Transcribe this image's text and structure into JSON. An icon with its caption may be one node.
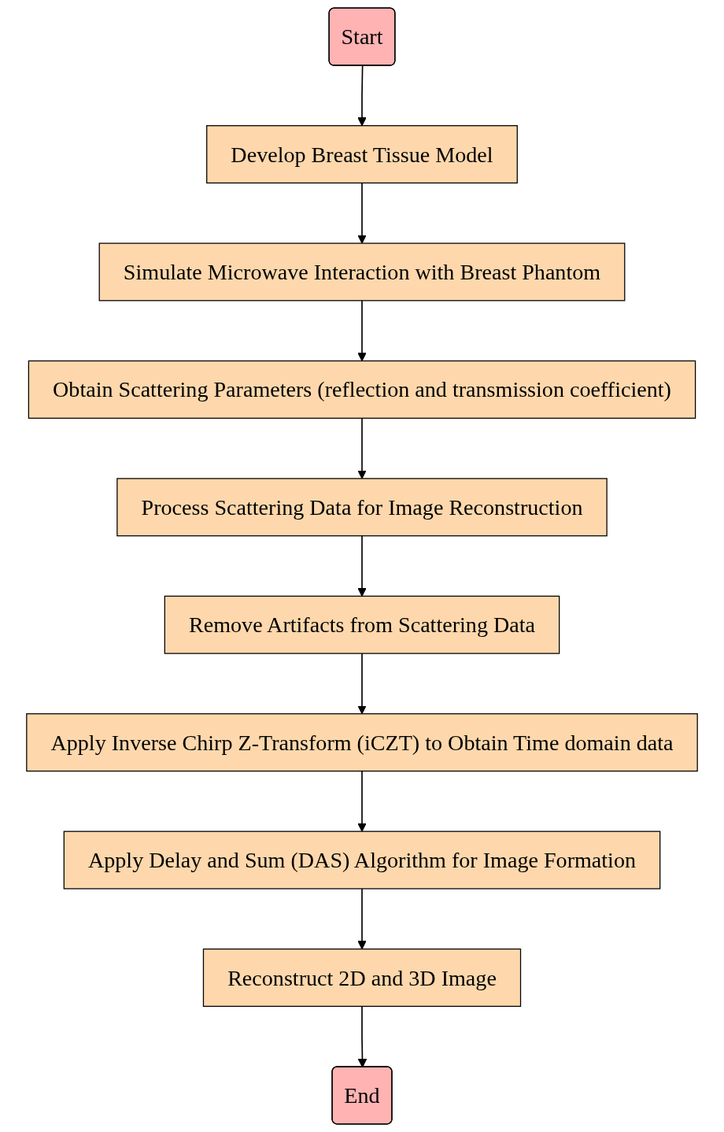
{
  "diagram": {
    "nodes": [
      {
        "text": [
          "Start"
        ]
      },
      {
        "text": [
          "Develop Breast Tissue Model"
        ]
      },
      {
        "text": [
          "Simulate Microwave Interaction with Breast Phantom"
        ]
      },
      {
        "text": [
          "Obtain Scattering Parameters (reflection and transmission coefficient)"
        ]
      },
      {
        "text": [
          "Process Scattering Data for Image Reconstruction"
        ]
      },
      {
        "text": [
          "Remove Artifacts from Scattering Data"
        ]
      },
      {
        "text": [
          "Apply Inverse Chirp Z-Transform (iCZT) to Obtain Time domain data"
        ]
      },
      {
        "text": [
          "Apply Delay and Sum (DAS) Algorithm for Image Formation"
        ]
      },
      {
        "text": [
          "Reconstruct 2D and 3D Image"
        ]
      },
      {
        "text": [
          "End"
        ]
      }
    ],
    "edges": [
      {
        "from": 0,
        "to": 1,
        "arrow": "to"
      },
      {
        "from": 1,
        "to": 2,
        "arrow": "to"
      },
      {
        "from": 2,
        "to": 3,
        "arrow": "to"
      },
      {
        "from": 3,
        "to": 4,
        "arrow": "to"
      },
      {
        "from": 4,
        "to": 5,
        "arrow": "to"
      },
      {
        "from": 5,
        "to": 6,
        "arrow": "to"
      },
      {
        "from": 6,
        "to": 7,
        "arrow": "to"
      },
      {
        "from": 7,
        "to": 8,
        "arrow": "to"
      },
      {
        "from": 8,
        "to": 9,
        "arrow": "to"
      }
    ]
  }
}
